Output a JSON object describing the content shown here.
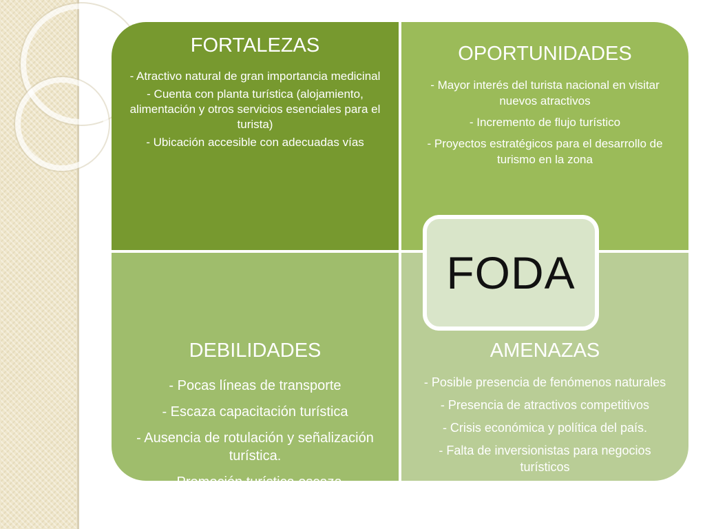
{
  "center_label": "FODA",
  "quadrants": {
    "fortalezas": {
      "title": "FORTALEZAS",
      "items": [
        "- Atractivo natural de gran importancia medicinal",
        "- Cuenta con planta turística (alojamiento, alimentación y otros servicios esenciales para el turista)",
        "- Ubicación accesible con adecuadas vías"
      ]
    },
    "oportunidades": {
      "title": "OPORTUNIDADES",
      "items": [
        "- Mayor interés del turista nacional en visitar nuevos atractivos",
        "- Incremento de flujo turístico",
        "- Proyectos estratégicos para el desarrollo de  turismo en la zona"
      ]
    },
    "debilidades": {
      "title": "DEBILIDADES",
      "items": [
        "- Pocas líneas de transporte",
        "- Escaza capacitación turística",
        "- Ausencia de rotulación y señalización turística.",
        "- Promoción turística  escaza"
      ]
    },
    "amenazas": {
      "title": "AMENAZAS",
      "items": [
        "- Posible presencia de fenómenos naturales",
        "- Presencia de atractivos competitivos",
        "- Crisis económica y política del país.",
        "- Falta de inversionistas para negocios turísticos"
      ]
    }
  },
  "colors": {
    "fortalezas": "#77992f",
    "oportunidades": "#9bbb59",
    "debilidades": "#9fbd6c",
    "amenazas": "#b9cd96",
    "center": "#d9e5c9"
  }
}
